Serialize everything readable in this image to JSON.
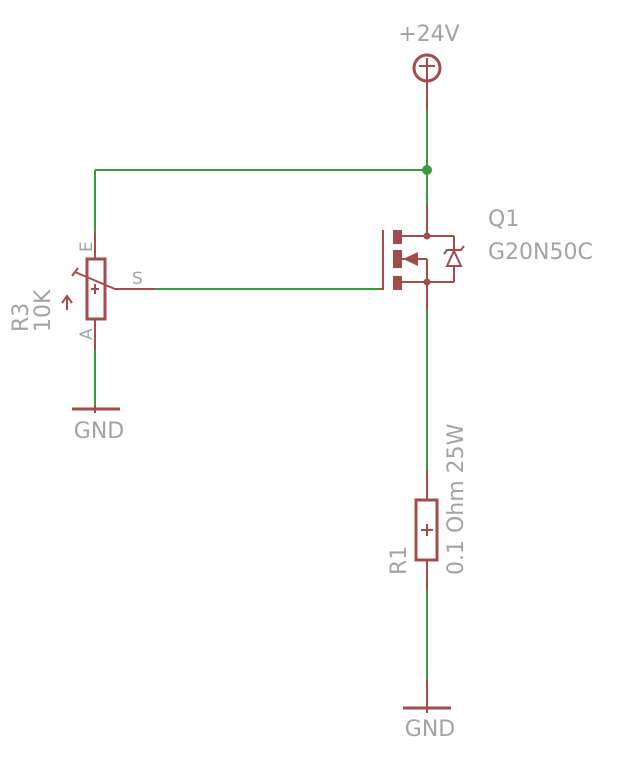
{
  "schematic": {
    "supply": {
      "label": "+24V",
      "symbol": "supply-plus-icon"
    },
    "grounds": [
      {
        "id": "gnd-left",
        "label": "GND"
      },
      {
        "id": "gnd-right",
        "label": "GND"
      }
    ],
    "transistor": {
      "designator": "Q1",
      "value": "G20N50C",
      "type": "N-channel MOSFET with body zener diode"
    },
    "potentiometer": {
      "designator": "R3",
      "value": "10K",
      "pin_top": "E",
      "pin_bottom": "A",
      "pin_wiper": "S"
    },
    "resistor": {
      "designator": "R1",
      "value": "0.1 Ohm 25W"
    },
    "colors": {
      "wire": "#3c9a3c",
      "part": "#a24c4c",
      "label": "#a3a3a3",
      "background": "#ffffff"
    }
  }
}
